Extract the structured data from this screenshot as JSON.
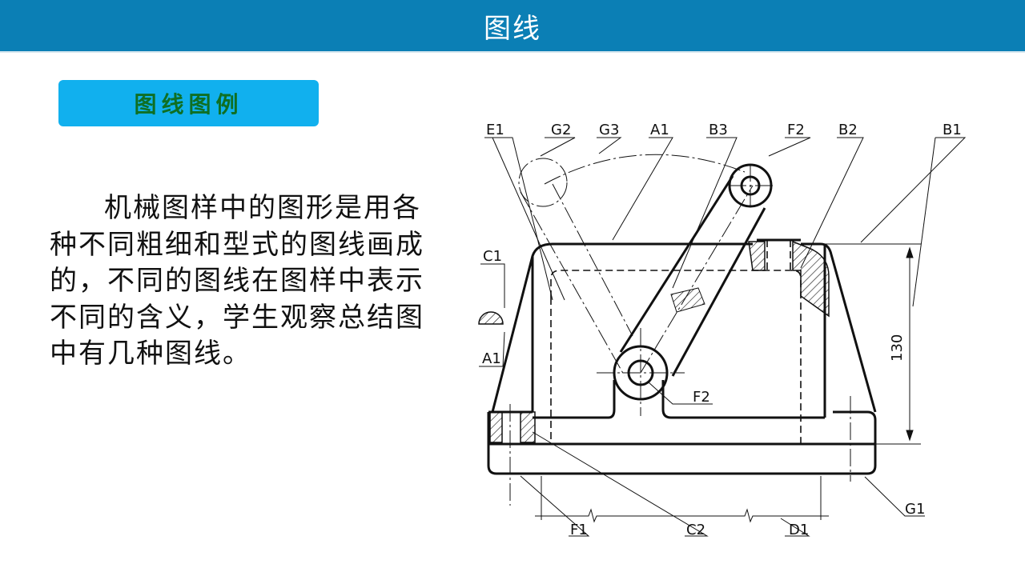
{
  "header": {
    "title": "图线"
  },
  "section": {
    "label": "图线图例"
  },
  "body": {
    "text": "机械图样中的图形是用各种不同粗细和型式的图线画成的，不同的图线在图样中表示不同的含义，学生观察总结图中有几种图线。"
  },
  "figure": {
    "labels": {
      "e1": "E1",
      "g2": "G2",
      "g3": "G3",
      "a1_top": "A1",
      "b3": "B3",
      "f2_top": "F2",
      "b2": "B2",
      "b1": "B1",
      "c1": "C1",
      "a1_left": "A1",
      "f2_mid": "F2",
      "g1": "G1",
      "f1": "F1",
      "c2": "C2",
      "d1": "D1",
      "dim_130": "130"
    }
  }
}
